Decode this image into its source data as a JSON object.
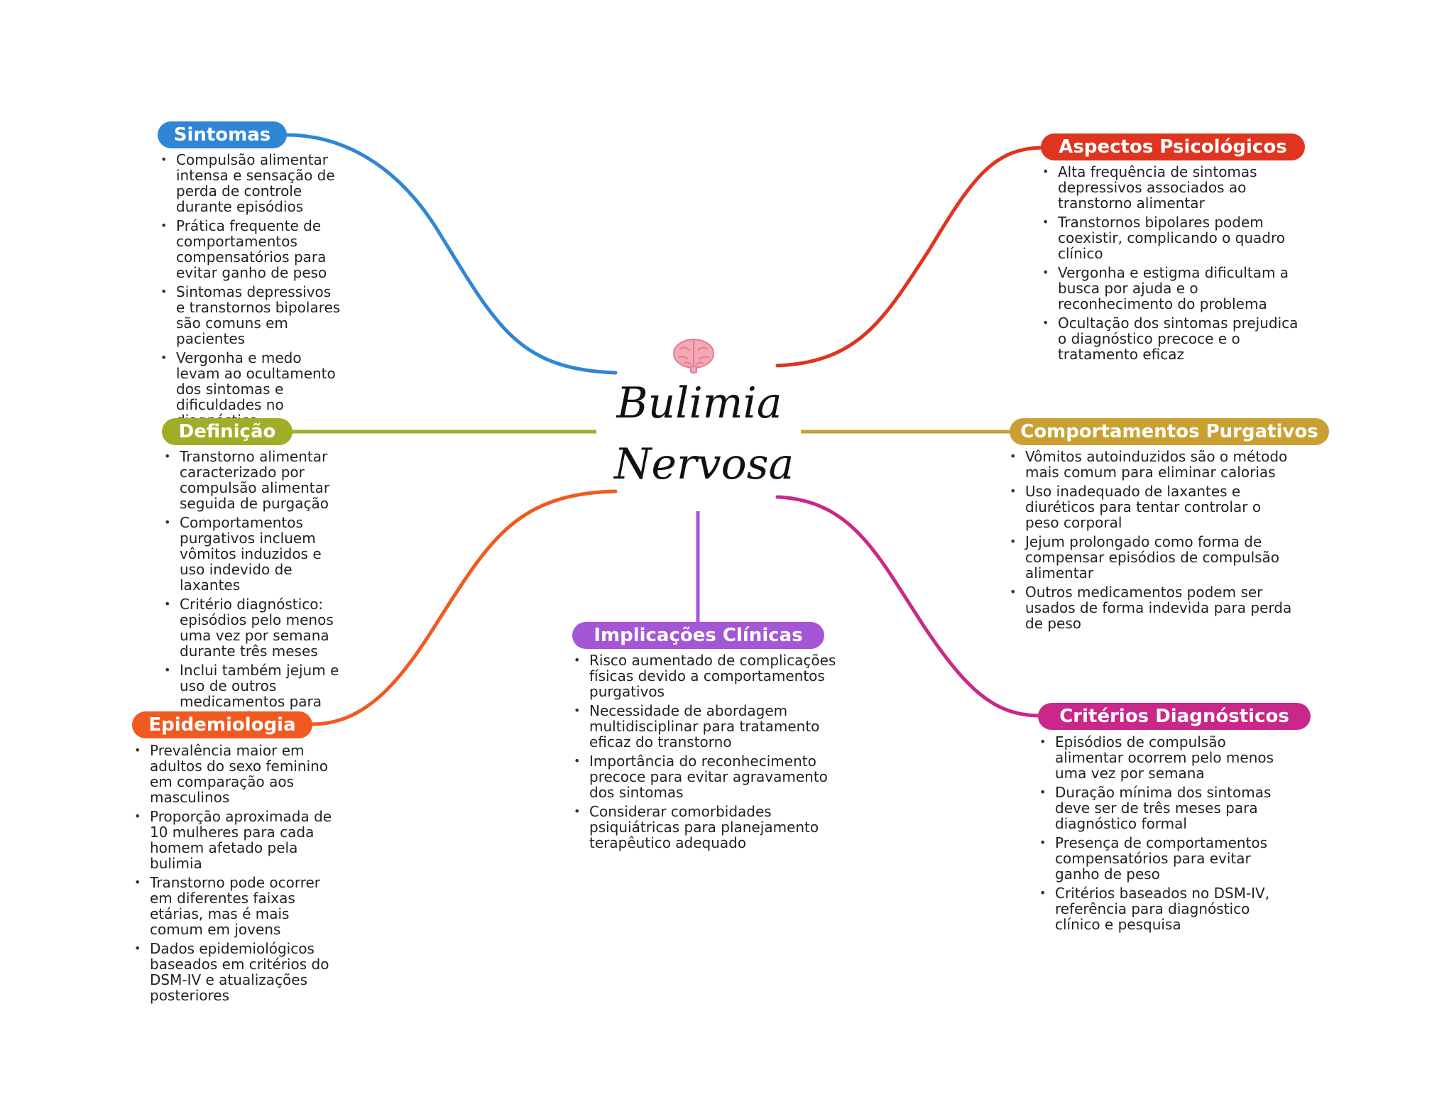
{
  "central": {
    "title": "Bulimia Nervosa",
    "icon": "brain-icon"
  },
  "colors": {
    "sintomas": "#2f86d6",
    "definicao": "#a1ad26",
    "epidemiologia": "#f05a21",
    "aspectos": "#df3420",
    "comportamentos": "#caa033",
    "criterios": "#c9288a",
    "implicacoes": "#a456d6"
  },
  "branches": {
    "sintomas": {
      "label": "Sintomas",
      "items": [
        "Compulsão alimentar intensa e sensação de perda de controle durante episódios",
        "Prática frequente de comportamentos compensatórios para evitar ganho de peso",
        "Sintomas depressivos e transtornos bipolares são comuns em pacientes",
        "Vergonha e medo levam ao ocultamento dos sintomas e dificuldades no diagnóstico"
      ]
    },
    "definicao": {
      "label": "Definição",
      "items": [
        "Transtorno alimentar caracterizado por compulsão alimentar seguida de purgação",
        "Comportamentos purgativos incluem vômitos induzidos e uso indevido de laxantes",
        "Critério diagnóstico: episódios pelo menos uma vez por semana durante três meses",
        "Inclui também jejum e uso de outros medicamentos para controle de peso"
      ]
    },
    "epidemiologia": {
      "label": "Epidemiologia",
      "items": [
        "Prevalência maior em adultos do sexo feminino em comparação aos masculinos",
        "Proporção aproximada de 10 mulheres para cada homem afetado pela bulimia",
        "Transtorno pode ocorrer em diferentes faixas etárias, mas é mais comum em jovens",
        "Dados epidemiológicos baseados em critérios do DSM-IV e atualizações posteriores"
      ]
    },
    "aspectos": {
      "label": "Aspectos Psicológicos",
      "items": [
        "Alta frequência de sintomas depressivos associados ao transtorno alimentar",
        "Transtornos bipolares podem coexistir, complicando o quadro clínico",
        "Vergonha e estigma dificultam a busca por ajuda e o reconhecimento do problema",
        "Ocultação dos sintomas prejudica o diagnóstico precoce e o tratamento eficaz"
      ]
    },
    "comportamentos": {
      "label": "Comportamentos Purgativos",
      "items": [
        "Vômitos autoinduzidos são o método mais comum para eliminar calorias",
        "Uso inadequado de laxantes e diuréticos para tentar controlar o peso corporal",
        "Jejum prolongado como forma de compensar episódios de compulsão alimentar",
        "Outros medicamentos podem ser usados de forma indevida para perda de peso"
      ]
    },
    "criterios": {
      "label": "Critérios Diagnósticos",
      "items": [
        "Episódios de compulsão alimentar ocorrem pelo menos uma vez por semana",
        "Duração mínima dos sintomas deve ser de três meses para diagnóstico formal",
        "Presença de comportamentos compensatórios para evitar ganho de peso",
        "Critérios baseados no DSM-IV, referência para diagnóstico clínico e pesquisa"
      ]
    },
    "implicacoes": {
      "label": "Implicações Clínicas",
      "items": [
        "Risco aumentado de complicações físicas devido a comportamentos purgativos",
        "Necessidade de abordagem multidisciplinar para tratamento eficaz do transtorno",
        "Importância do reconhecimento precoce para evitar agravamento dos sintomas",
        "Considerar comorbidades psiquiátricas para planejamento terapêutico adequado"
      ]
    }
  }
}
